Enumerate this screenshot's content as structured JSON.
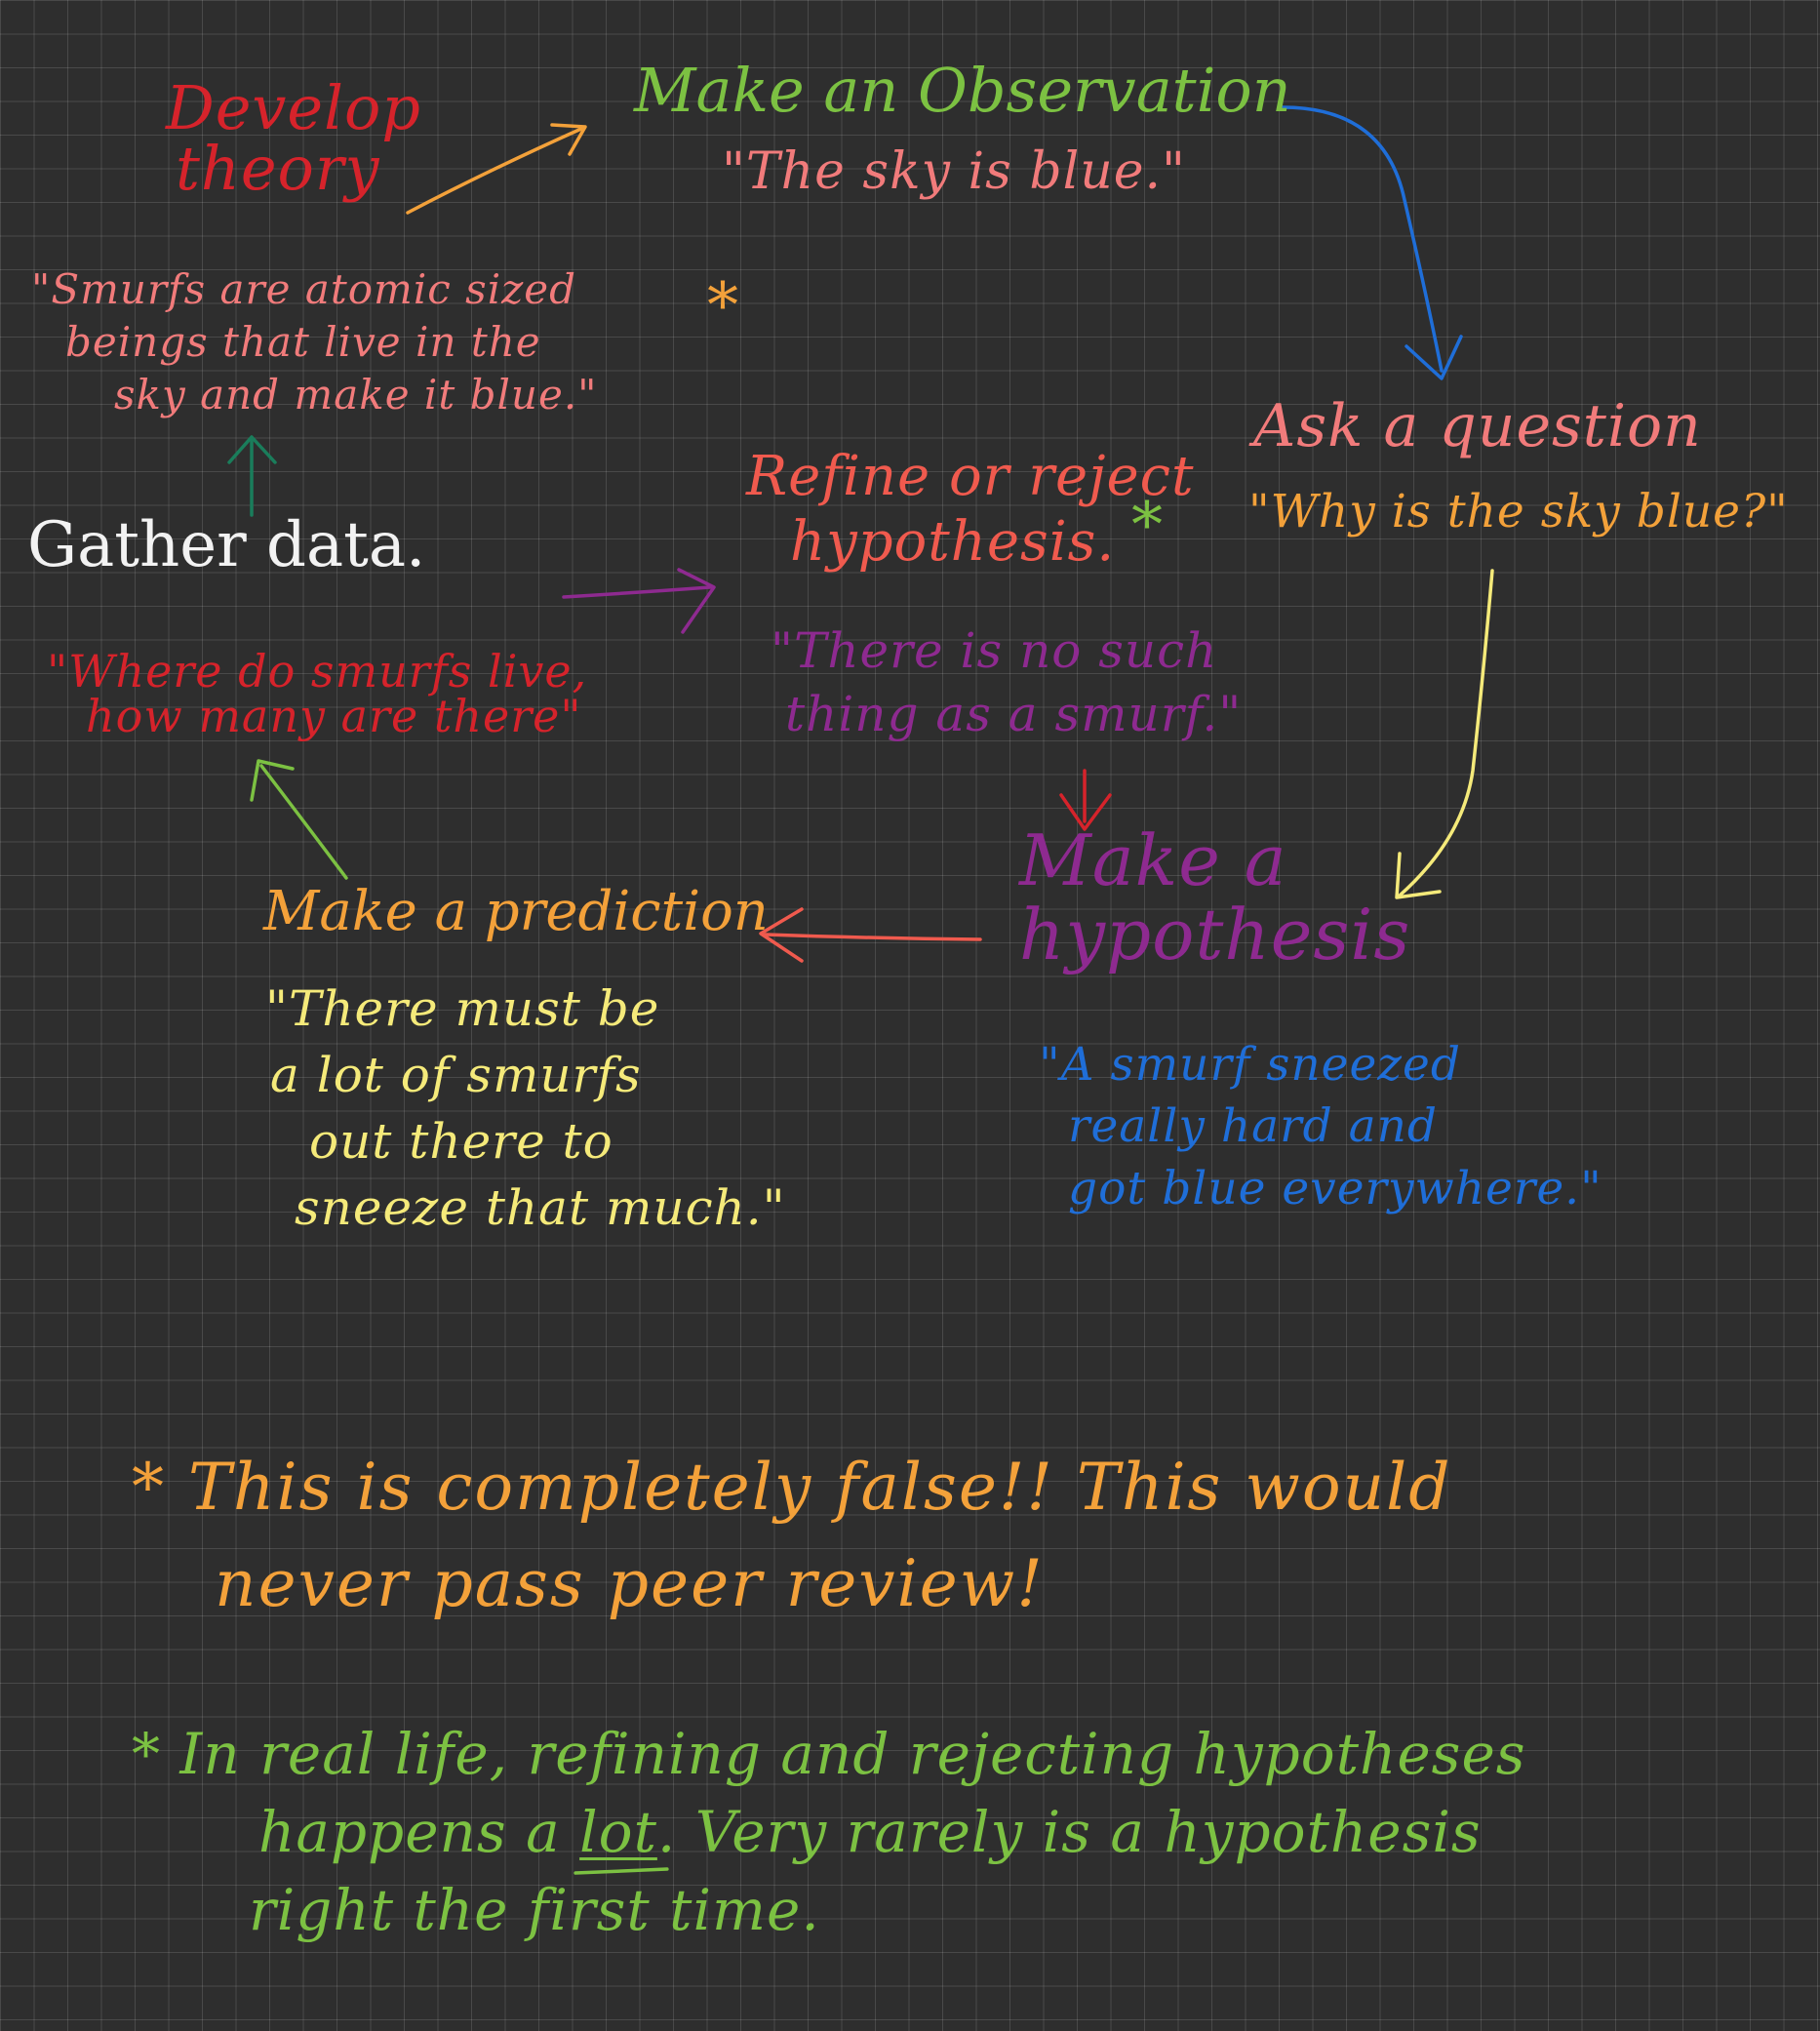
{
  "colors": {
    "background": "#2e2e2e",
    "grid": "#4a4a4a",
    "red": "#d6232b",
    "pink": "#f17b7b",
    "green": "#7cc142",
    "blue": "#1f6ed8",
    "orange": "#f3a13a",
    "yellow": "#f5ea7a",
    "purple": "#8e2a90",
    "salmon": "#f05a4e",
    "white": "#f2f2f2",
    "teal": "#1a7d5b"
  },
  "nodes": {
    "develop_theory": {
      "title_line1": "Develop",
      "title_line2": "theory"
    },
    "theory_quote": {
      "line1": "\"Smurfs are atomic sized",
      "line2": "beings that live in the",
      "line3": "sky and make it blue.\""
    },
    "observation": {
      "title": "Make an Observation",
      "quote": "\"The sky is blue.\""
    },
    "question": {
      "title": "Ask a question",
      "quote": "\"Why is the sky blue?\""
    },
    "refine": {
      "title_line1": "Refine or reject",
      "title_line2": "hypothesis.",
      "quote_line1": "\"There is no such",
      "quote_line2": "thing as a smurf.\""
    },
    "gather": {
      "title": "Gather data.",
      "quote_line1": "\"Where do smurfs live,",
      "quote_line2": "how many are there\""
    },
    "hypothesis": {
      "title_line1": "Make a",
      "title_line2": "hypothesis",
      "quote_line1": "\"A smurf sneezed",
      "quote_line2": "really hard and",
      "quote_line3": "got blue everywhere.\""
    },
    "prediction": {
      "title": "Make a prediction",
      "quote_line1": "\"There must be",
      "quote_line2": "a lot of smurfs",
      "quote_line3": "out there to",
      "quote_line4": "sneeze that much.\""
    }
  },
  "asterisks": {
    "theory": "*",
    "refine": "*"
  },
  "notes": {
    "note1_line1": "* This is completely false!! This would",
    "note1_line2": "never pass peer review!",
    "note2_line1": "* In real life, refining and rejecting hypotheses",
    "note2_line2_a": "happens a ",
    "note2_line2_b": "lot",
    "note2_line2_c": ". Very rarely is a hypothesis",
    "note2_line3": "right the first time."
  },
  "arrows": [
    {
      "from": "develop_theory",
      "to": "observation",
      "color": "orange"
    },
    {
      "from": "observation",
      "to": "question",
      "color": "blue"
    },
    {
      "from": "question",
      "to": "hypothesis",
      "color": "yellow"
    },
    {
      "from": "hypothesis",
      "to": "prediction",
      "color": "salmon"
    },
    {
      "from": "prediction",
      "to": "gather",
      "color": "green"
    },
    {
      "from": "gather",
      "to": "develop_theory",
      "color": "teal"
    },
    {
      "from": "gather",
      "to": "refine",
      "color": "purple"
    },
    {
      "from": "refine",
      "to": "hypothesis",
      "color": "red"
    }
  ]
}
